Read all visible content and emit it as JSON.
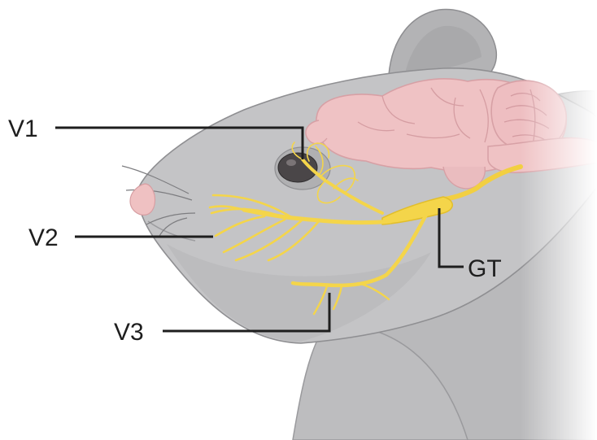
{
  "labels": {
    "v1": "V1",
    "v2": "V2",
    "v3": "V3",
    "gt": "GT"
  },
  "colors": {
    "background": "#ffffff",
    "body_fill": "#b6b6b8",
    "head_fill": "#c4c4c6",
    "outline": "#8f8f92",
    "brain_fill": "#efc2c4",
    "brain_outline": "#d7a0a5",
    "nose": "#efc1c2",
    "eye": "#3f3c3e",
    "nerve": "#f4d54a",
    "nerve_dark": "#e2be2a",
    "leader_line": "#1e1e1e",
    "label_text": "#1e1e1e"
  }
}
